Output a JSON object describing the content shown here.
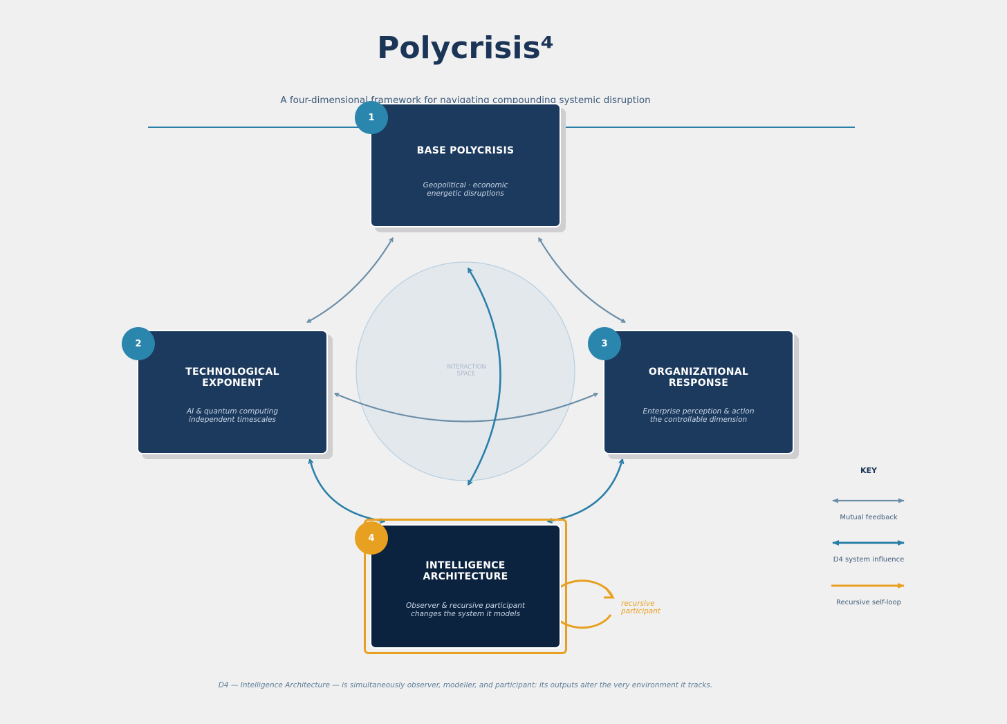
{
  "header": {
    "title": "Polycrisis⁴",
    "subtitle": "A four-dimensional framework for navigating compounding systemic disruption"
  },
  "nodes": {
    "d1": {
      "number": "1",
      "title": "BASE POLYCRISIS",
      "desc_line1": "Geopolitical · economic",
      "desc_line2": "energetic disruptions"
    },
    "d2": {
      "number": "2",
      "title_line1": "TECHNOLOGICAL",
      "title_line2": "EXPONENT",
      "desc_line1": "AI & quantum computing",
      "desc_line2": "independent timescales"
    },
    "d3": {
      "number": "3",
      "title_line1": "ORGANIZATIONAL",
      "title_line2": "RESPONSE",
      "desc_line1": "Enterprise perception & action",
      "desc_line2": "the controllable dimension"
    },
    "d4": {
      "number": "4",
      "title_line1": "INTELLIGENCE",
      "title_line2": "ARCHITECTURE",
      "desc_line1": "Observer & recursive participant",
      "desc_line2": "changes the system it models"
    }
  },
  "center": {
    "line1": "INTERACTION",
    "line2": "SPACE"
  },
  "loop_label": {
    "line1": "recursive",
    "line2": "participant"
  },
  "key": {
    "title": "KEY",
    "items": [
      {
        "label": "Mutual feedback",
        "color": "#6a8ea8"
      },
      {
        "label": "D4 system influence",
        "color": "#2a7fa8"
      },
      {
        "label": "Recursive self-loop",
        "color": "#e8a020"
      }
    ]
  },
  "footnote": "D4 — Intelligence Architecture — is simultaneously observer, modeller, and participant: its outputs alter the very environment it tracks.",
  "colors": {
    "navy": "#1c3a5e",
    "teal": "#2a7fa8",
    "gold": "#e8a020",
    "background": "#f0f0f0"
  }
}
